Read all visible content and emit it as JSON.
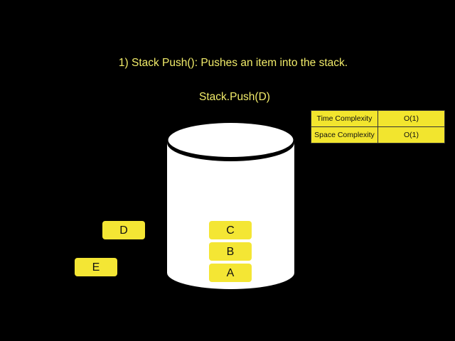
{
  "slide": {
    "title": "1) Stack Push(): Pushes an item into the stack.",
    "operation": "Stack.Push(D)",
    "colors": {
      "background": "#000000",
      "text_accent": "#f2ec6a",
      "block_fill": "#f4e634",
      "table_fill": "#f2e52e",
      "cylinder_fill": "#ffffff"
    }
  },
  "complexity_table": {
    "rows": [
      {
        "label": "Time Complexity",
        "value": "O(1)"
      },
      {
        "label": "Space Complexity",
        "value": "O(1)"
      }
    ]
  },
  "stack": {
    "container_icon": "cylinder-icon",
    "items_top_to_bottom": [
      "C",
      "B",
      "A"
    ]
  },
  "pending_items": [
    {
      "label": "D",
      "state": "being pushed"
    },
    {
      "label": "E",
      "state": "waiting"
    }
  ]
}
